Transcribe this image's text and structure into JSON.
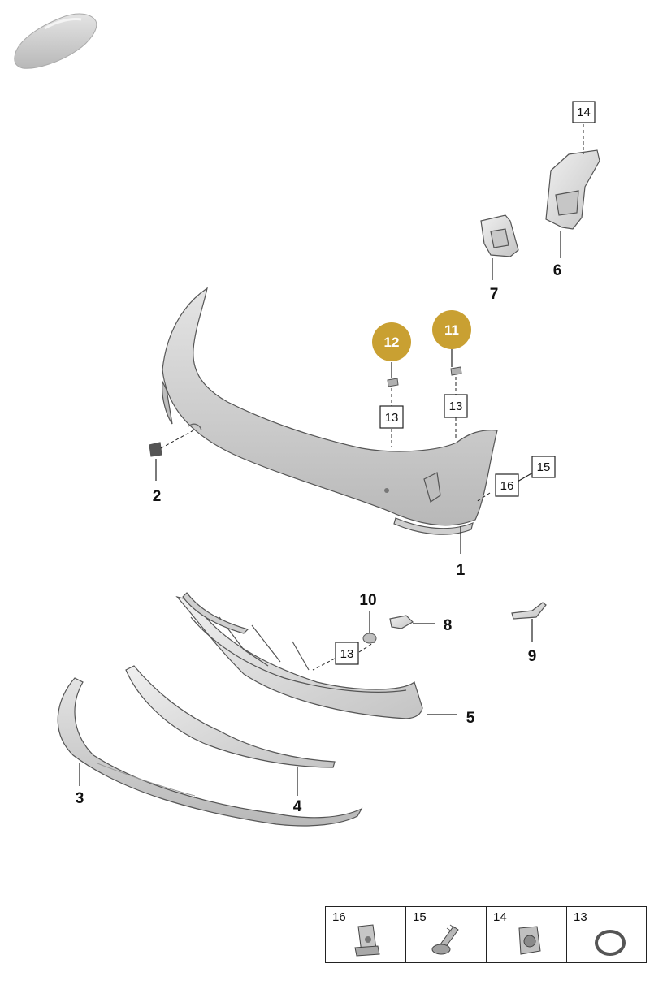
{
  "callouts": {
    "c1": "1",
    "c2": "2",
    "c3": "3",
    "c4": "4",
    "c5": "5",
    "c6": "6",
    "c7": "7",
    "c8": "8",
    "c9": "9",
    "c10": "10"
  },
  "boxed_refs": {
    "b14_top": "14",
    "b13_a": "13",
    "b13_b": "13",
    "b13_c": "13",
    "b15": "15",
    "b16": "16"
  },
  "highlighted_refs": {
    "h11": "11",
    "h12": "12"
  },
  "legend": {
    "items": [
      {
        "label": "16",
        "icon": "clip-nut-icon"
      },
      {
        "label": "15",
        "icon": "screw-icon"
      },
      {
        "label": "14",
        "icon": "spring-nut-icon"
      },
      {
        "label": "13",
        "icon": "seal-ring-icon"
      }
    ]
  },
  "colors": {
    "highlight": "#c9a032",
    "part_fill": "#d8d8d8",
    "part_shade": "#bcbcbc"
  }
}
